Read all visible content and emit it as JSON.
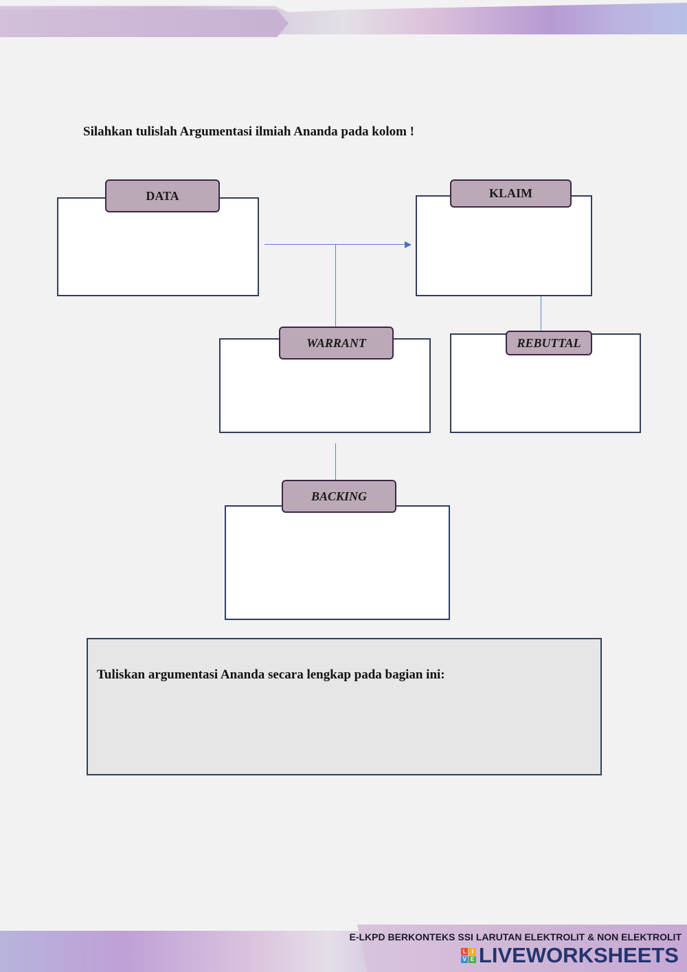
{
  "instruction": "Silahkan tulislah Argumentasi ilmiah Ananda pada kolom !",
  "diagram": {
    "data_label": "DATA",
    "klaim_label": "KLAIM",
    "warrant_label": "WARRANT",
    "rebuttal_label": "REBUTTAL",
    "backing_label": "BACKING"
  },
  "summary": {
    "label": "Tuliskan argumentasi Ananda secara lengkap pada bagian ini:"
  },
  "footer": {
    "title": "E-LKPD BERKONTEKS SSI LARUTAN ELEKTROLIT & NON ELEKTROLIT",
    "brand": "LIVEWORKSHEETS",
    "brand_grid": [
      "L",
      "I",
      "V",
      "E"
    ]
  },
  "colors": {
    "tag_fill": "#bca9b7",
    "box_border": "#2f3e5c",
    "connector": "#5b7ccc",
    "brand_text": "#24356f"
  },
  "icons": {
    "logo": "liveworksheets-logo-icon"
  }
}
